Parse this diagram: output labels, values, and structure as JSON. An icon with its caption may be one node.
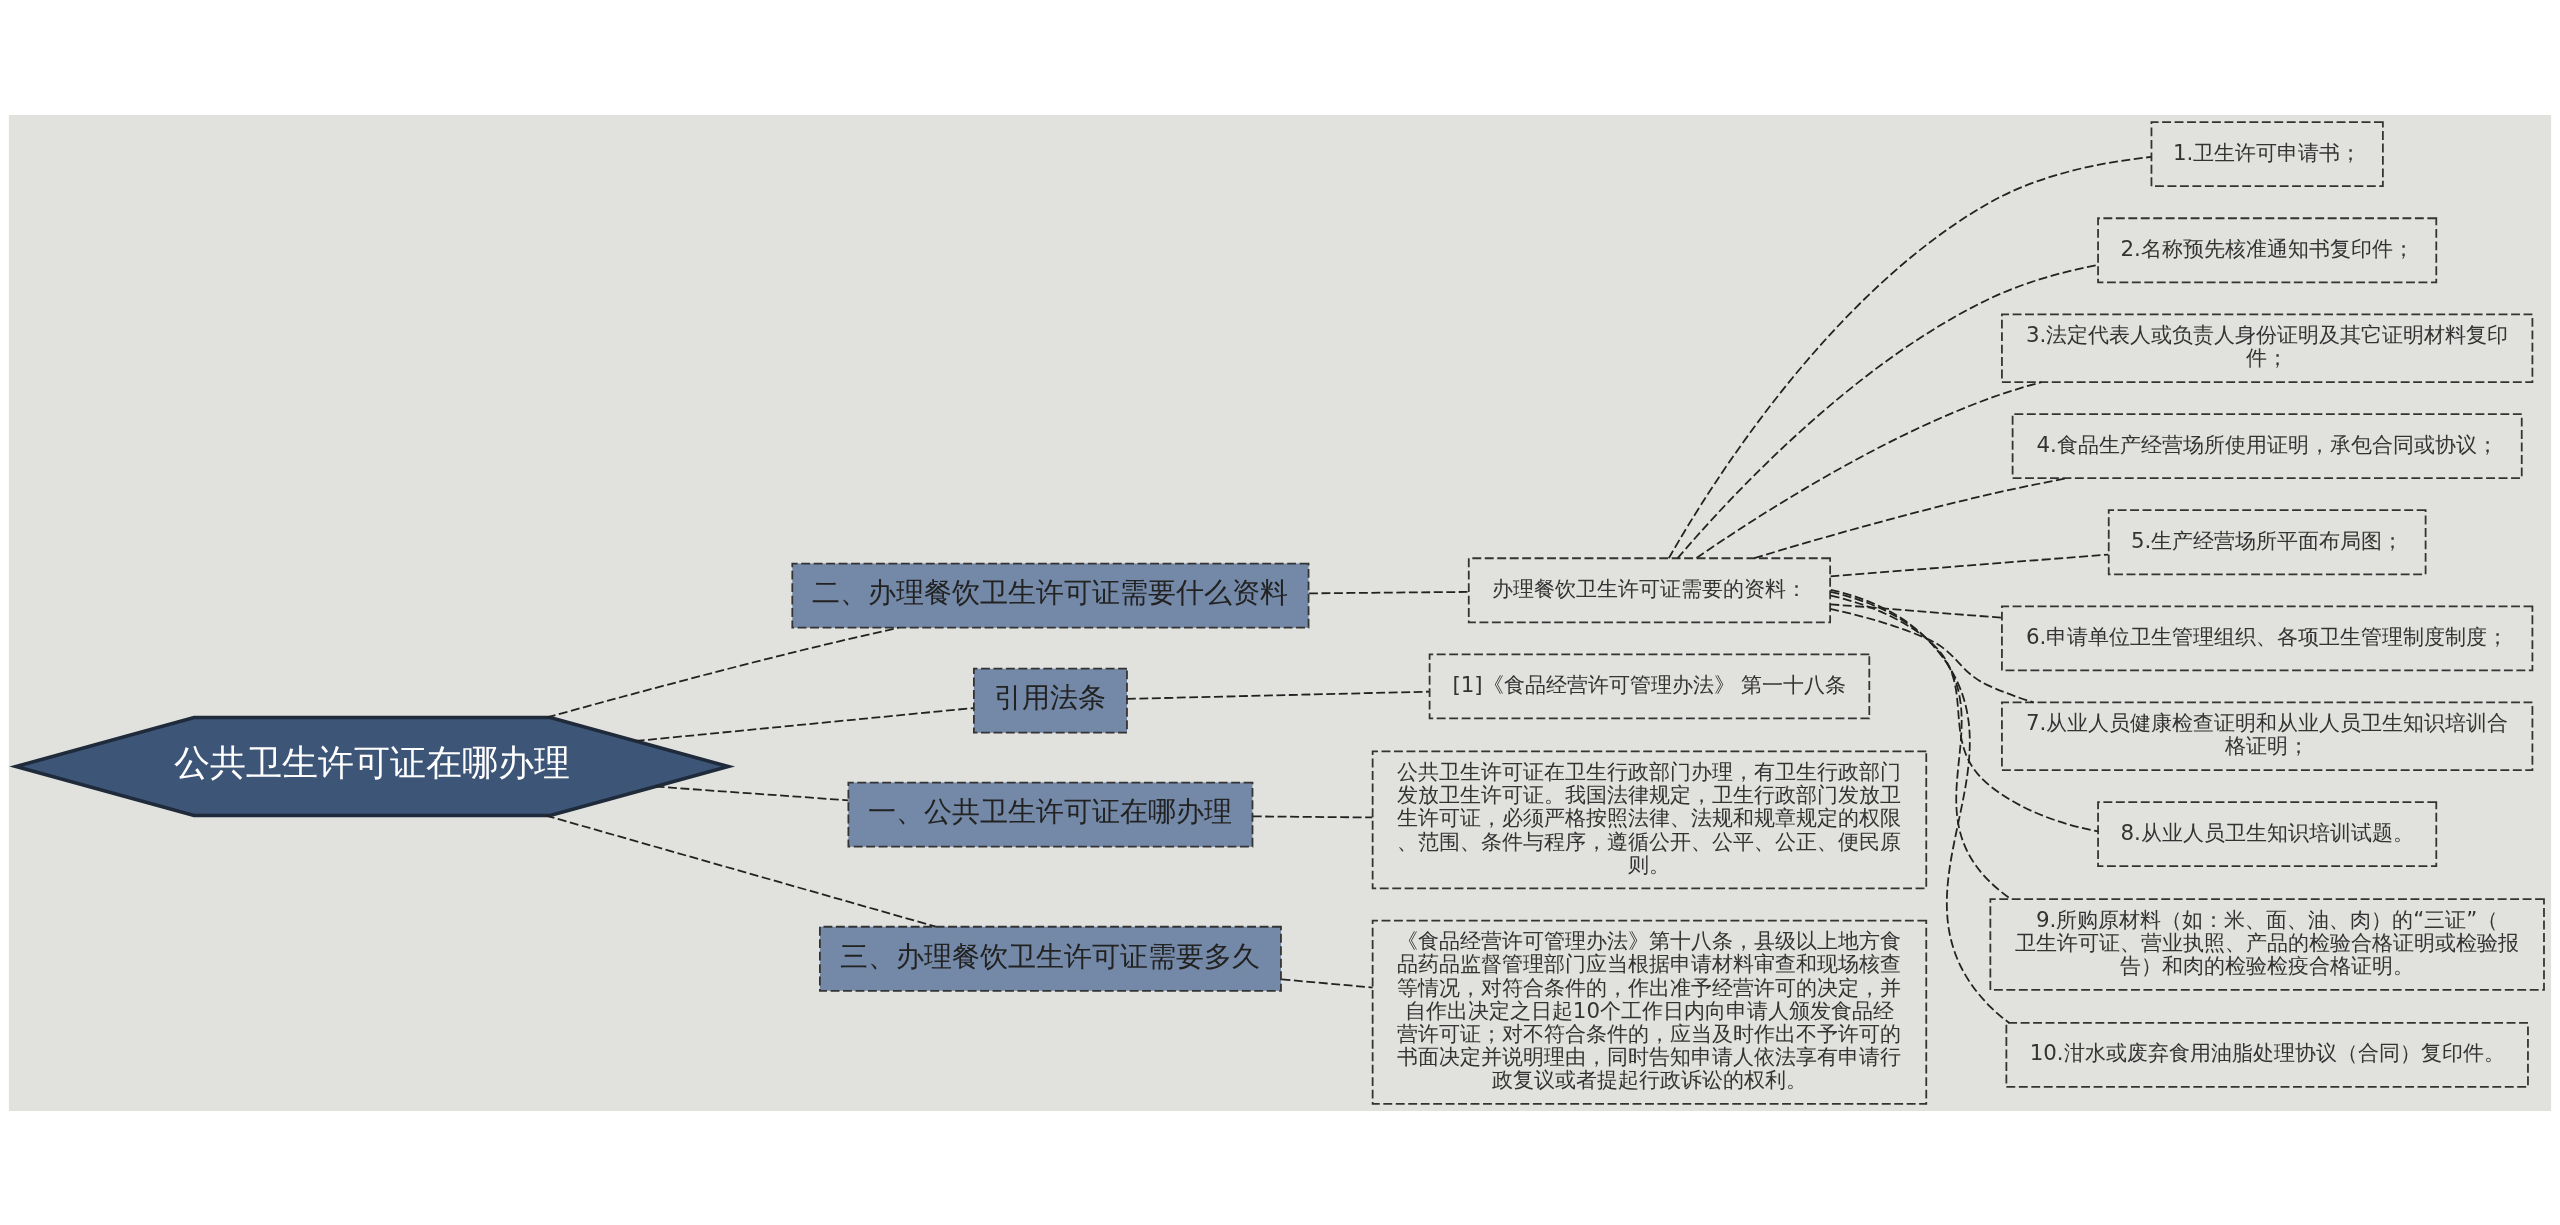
{
  "diagram": {
    "nodes": [
      {
        "text": [
          "公共卫生许可证在哪办理"
        ]
      },
      {
        "text": [
          "二、办理餐饮卫生许可证需要什么资料"
        ]
      },
      {
        "text": [
          "办理餐饮卫生许可证需要的资料："
        ]
      },
      {
        "text": [
          "1.卫生许可申请书；"
        ]
      },
      {
        "text": [
          "2.名称预先核准通知书复印件；"
        ]
      },
      {
        "text": [
          "3.法定代表人或负责人身份证明及其它证明材料复印件；"
        ]
      },
      {
        "text": [
          "4.食品生产经营场所使用证明，承包合同或协议；"
        ]
      },
      {
        "text": [
          "5.生产经营场所平面布局图；"
        ]
      },
      {
        "text": [
          "6.申请单位卫生管理组织、各项卫生管理制度制度；"
        ]
      },
      {
        "text": [
          "7.从业人员健康检查证明和从业人员卫生知识培训合格证明；"
        ]
      },
      {
        "text": [
          "8.从业人员卫生知识培训试题。"
        ]
      },
      {
        "text": [
          "9.所购原材料（如：米、面、油、肉）的“三证”（卫生许可证、营业执照、产品的检验合格证明或检验报告）和肉的检验检疫合格证明。"
        ]
      },
      {
        "text": [
          "10.泔水或废弃食用油脂处理协议（合同）复印件。"
        ]
      },
      {
        "text": [
          "引用法条"
        ]
      },
      {
        "text": [
          "[1]《食品经营许可管理办法》 第一十八条"
        ]
      },
      {
        "text": [
          "一、公共卫生许可证在哪办理"
        ]
      },
      {
        "text": [
          "公共卫生许可证在卫生行政部门办理，有卫生行政部门发放卫生许可证。我国法律规定，卫生行政部门发放卫生许可证，必须严格按照法律、法规和规章规定的权限、范围、条件与程序，遵循公开、公平、公正、便民原则。"
        ]
      },
      {
        "text": [
          "三、办理餐饮卫生许可证需要多久"
        ]
      },
      {
        "text": [
          "《食品经营许可管理办法》第十八条，县级以上地方食品药品监督管理部门应当根据申请材料审查和现场核查等情况，对符合条件的，作出准予经营许可的决定，并自作出决定之日起10个工作日内向申请人颁发食品经营许可证；对不符合条件的，应当及时作出不予许可的书面决定并说明理由，同时告知申请人依法享有申请行政复议或者提起行政诉讼的权利。"
        ]
      }
    ],
    "edges": [
      {
        "from": 0,
        "to": 1,
        "arrow": "none",
        "style": "dashed"
      },
      {
        "from": 1,
        "to": 2,
        "arrow": "none",
        "style": "dashed"
      },
      {
        "from": 2,
        "to": 3,
        "arrow": "none",
        "style": "dashed"
      },
      {
        "from": 2,
        "to": 4,
        "arrow": "none",
        "style": "dashed"
      },
      {
        "from": 2,
        "to": 5,
        "arrow": "none",
        "style": "dashed"
      },
      {
        "from": 2,
        "to": 6,
        "arrow": "none",
        "style": "dashed"
      },
      {
        "from": 2,
        "to": 7,
        "arrow": "none",
        "style": "dashed"
      },
      {
        "from": 2,
        "to": 8,
        "arrow": "none",
        "style": "dashed"
      },
      {
        "from": 2,
        "to": 9,
        "arrow": "none",
        "style": "dashed"
      },
      {
        "from": 2,
        "to": 10,
        "arrow": "none",
        "style": "dashed"
      },
      {
        "from": 2,
        "to": 11,
        "arrow": "none",
        "style": "dashed"
      },
      {
        "from": 2,
        "to": 12,
        "arrow": "none",
        "style": "dashed"
      },
      {
        "from": 0,
        "to": 13,
        "arrow": "none",
        "style": "dashed"
      },
      {
        "from": 13,
        "to": 14,
        "arrow": "none",
        "style": "dashed"
      },
      {
        "from": 0,
        "to": 15,
        "arrow": "none",
        "style": "dashed"
      },
      {
        "from": 15,
        "to": 16,
        "arrow": "none",
        "style": "dashed"
      },
      {
        "from": 0,
        "to": 17,
        "arrow": "none",
        "style": "dashed"
      },
      {
        "from": 17,
        "to": 18,
        "arrow": "none",
        "style": "dashed"
      }
    ]
  }
}
